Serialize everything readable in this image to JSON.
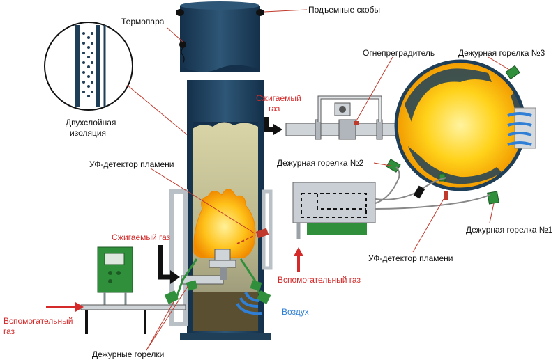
{
  "labels": {
    "thermocouple": "Термопара",
    "lifting_brackets": "Подъемные скобы",
    "flame_arrester": "Огнепреградитель",
    "pilot_burner_3": "Дежурная горелка №3",
    "waste_gas_top_line1": "Сжигаемый",
    "waste_gas_top_line2": "газ",
    "insulation_line1": "Двухслойная",
    "insulation_line2": "изоляция",
    "pilot_burner_2": "Дежурная горелка №2",
    "uv_detector_left": "УФ-детектор пламени",
    "waste_gas_left": "Сжигаемый газ",
    "pilot_burner_1": "Дежурная горелка №1",
    "uv_detector_right": "УФ-детектор пламени",
    "aux_gas_right": "Вспомогательный газ",
    "air": "Воздух",
    "aux_gas_left_line1": "Вспомогательный",
    "aux_gas_left_line2": "газ",
    "pilot_burners": "Дежурные горелки"
  },
  "colors": {
    "stack": "#1f3f59",
    "stack_light": "#3c6480",
    "flame_core": "#ffd21a",
    "flame_outer": "#f5a000",
    "red_label": "#d42a2a",
    "blue_label": "#2f7fd6",
    "green": "#2f8f3a",
    "leader": "#c0392b"
  }
}
